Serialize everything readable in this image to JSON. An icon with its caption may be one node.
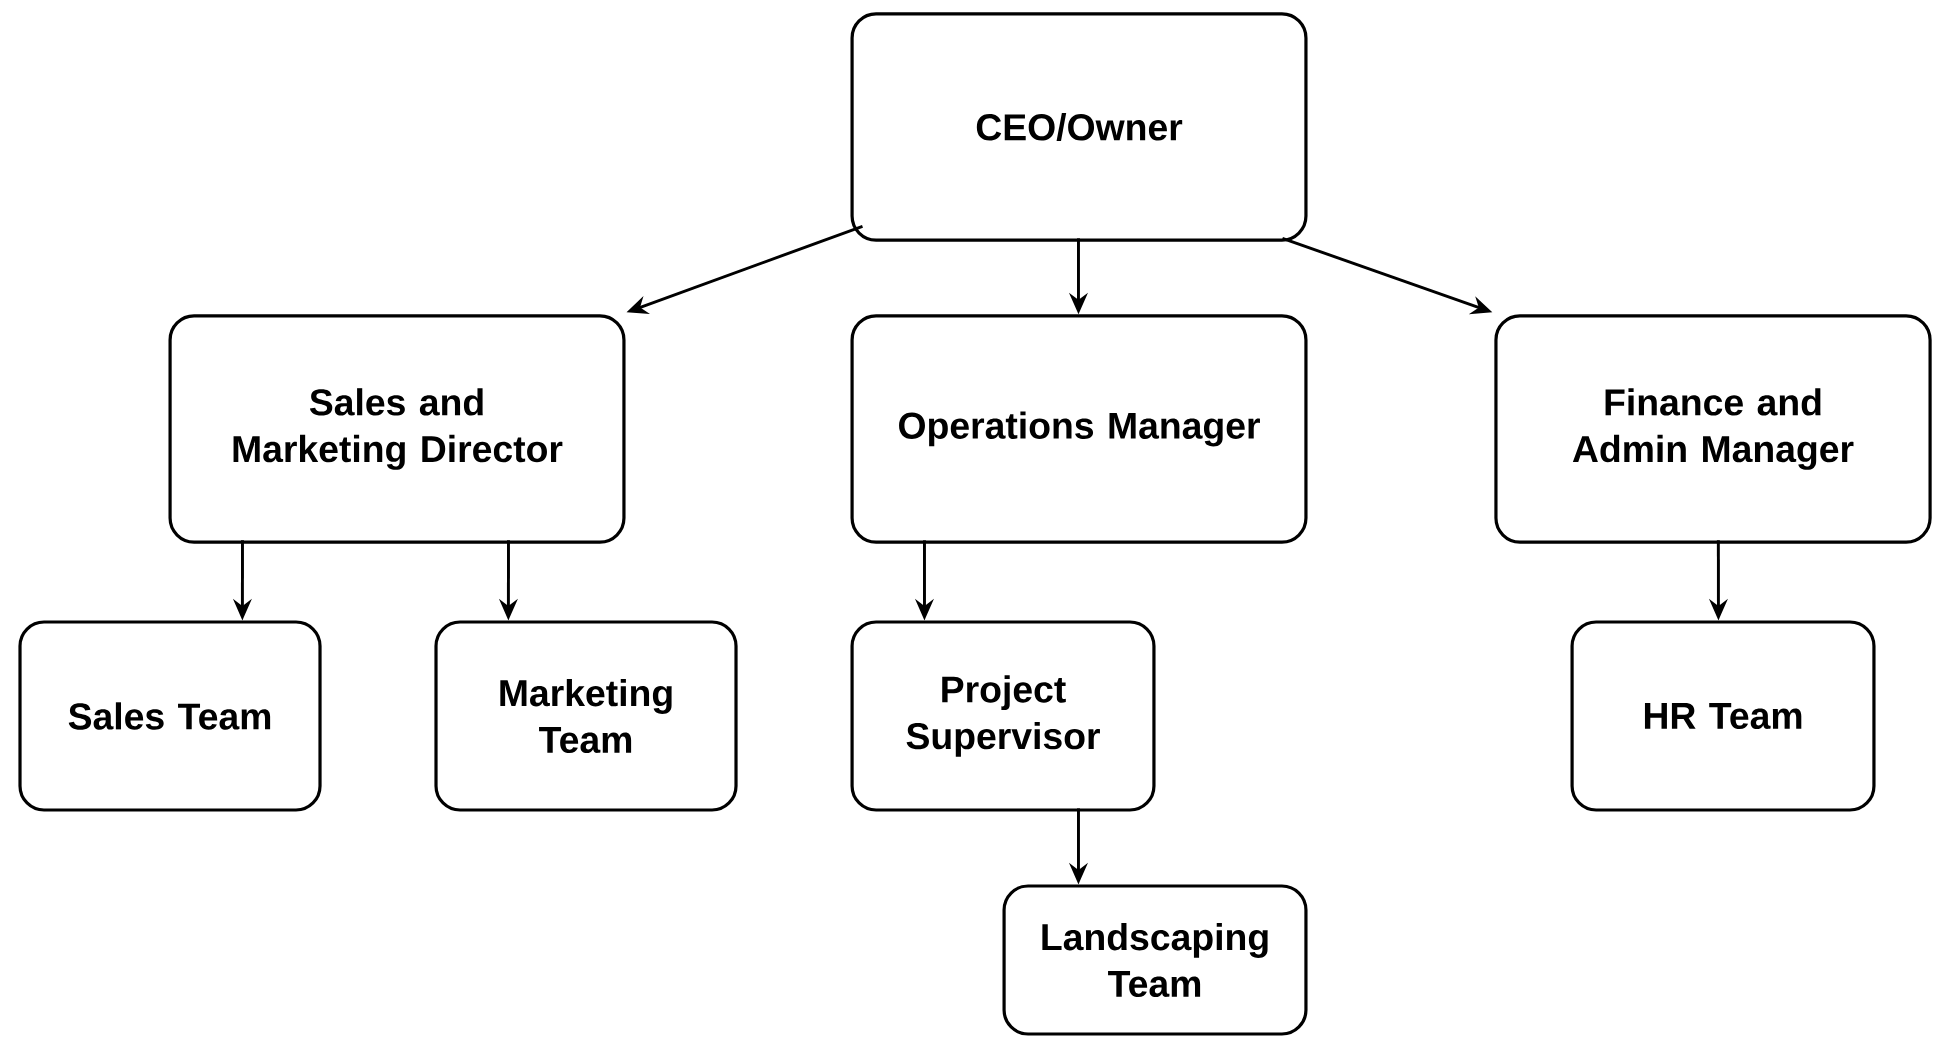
{
  "diagram": {
    "nodes": [
      {
        "text": [
          "CEO/Owner"
        ]
      },
      {
        "text": [
          "Sales and Marketing Director"
        ]
      },
      {
        "text": [
          "Operations Manager"
        ]
      },
      {
        "text": [
          "Finance and Admin Manager"
        ]
      },
      {
        "text": [
          "Sales Team"
        ]
      },
      {
        "text": [
          "Marketing Team"
        ]
      },
      {
        "text": [
          "Project Supervisor"
        ]
      },
      {
        "text": [
          "HR Team"
        ]
      },
      {
        "text": [
          "Landscaping Team"
        ]
      }
    ],
    "edges": [
      {
        "from": 0,
        "to": 1,
        "arrow": "to"
      },
      {
        "from": 0,
        "to": 2,
        "arrow": "to"
      },
      {
        "from": 0,
        "to": 3,
        "arrow": "to"
      },
      {
        "from": 1,
        "to": 4,
        "arrow": "to"
      },
      {
        "from": 1,
        "to": 5,
        "arrow": "to"
      },
      {
        "from": 2,
        "to": 6,
        "arrow": "to"
      },
      {
        "from": 6,
        "to": 8,
        "arrow": "to"
      },
      {
        "from": 3,
        "to": 7,
        "arrow": "to"
      }
    ]
  }
}
